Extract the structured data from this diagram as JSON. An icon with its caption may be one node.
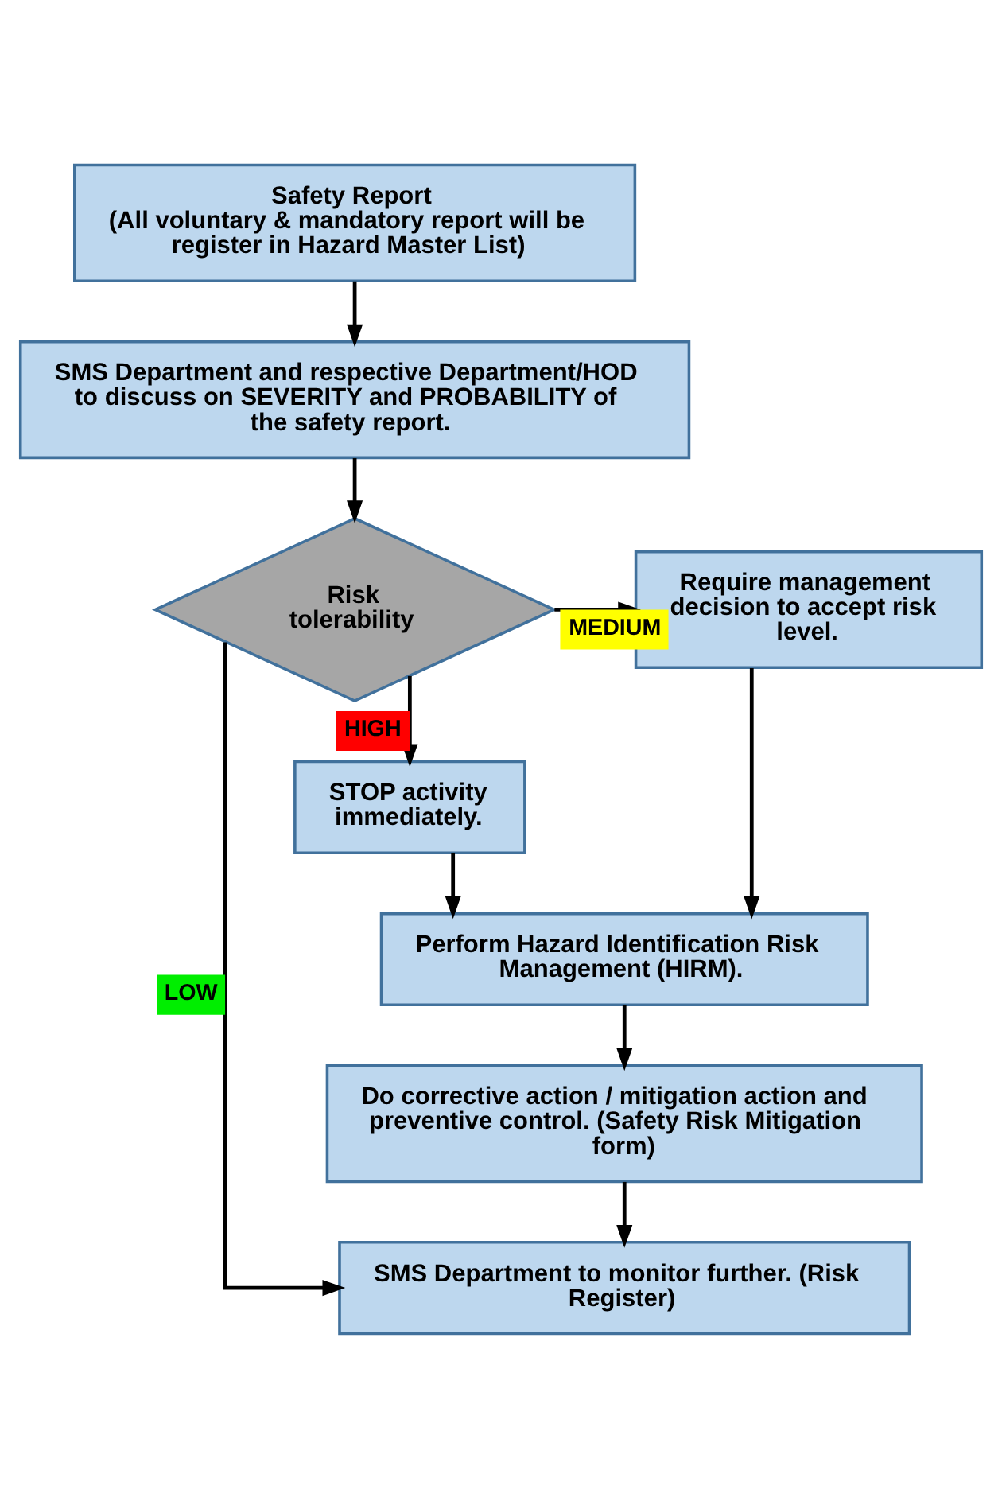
{
  "diagram": {
    "nodes": [
      {
        "text": [
          "Safety Report",
          "(All voluntary & mandatory report will be register in Hazard Master List)"
        ]
      },
      {
        "text": [
          "SMS Department and respective Department/HOD to discuss on SEVERITY and PROBABILITY of the safety report."
        ]
      },
      {
        "text": [
          "Risk tolerability"
        ]
      },
      {
        "text": [
          "Require management decision to accept risk level."
        ]
      },
      {
        "text": [
          "STOP activity immediately."
        ]
      },
      {
        "text": [
          "Perform Hazard Identification Risk Management (HIRM)."
        ]
      },
      {
        "text": [
          "Do corrective action / mitigation action and preventive control. (Safety Risk Mitigation form)"
        ]
      },
      {
        "text": [
          "SMS Department to monitor further. (Risk Register)"
        ]
      }
    ],
    "edges": [
      {
        "from": 0,
        "to": 1,
        "arrow": "to"
      },
      {
        "from": 1,
        "to": 2,
        "arrow": "to"
      },
      {
        "from": 2,
        "to": 7,
        "arrow": "to",
        "label": "LOW"
      },
      {
        "from": 2,
        "to": 3,
        "arrow": "to",
        "label": "MEDIUM"
      },
      {
        "from": 2,
        "to": 4,
        "arrow": "to",
        "label": "HIGH"
      },
      {
        "from": 3,
        "to": 5,
        "arrow": "to"
      },
      {
        "from": 4,
        "to": 5,
        "arrow": "to"
      },
      {
        "from": 5,
        "to": 6,
        "arrow": "to"
      },
      {
        "from": 6,
        "to": 7,
        "arrow": "to"
      }
    ]
  }
}
